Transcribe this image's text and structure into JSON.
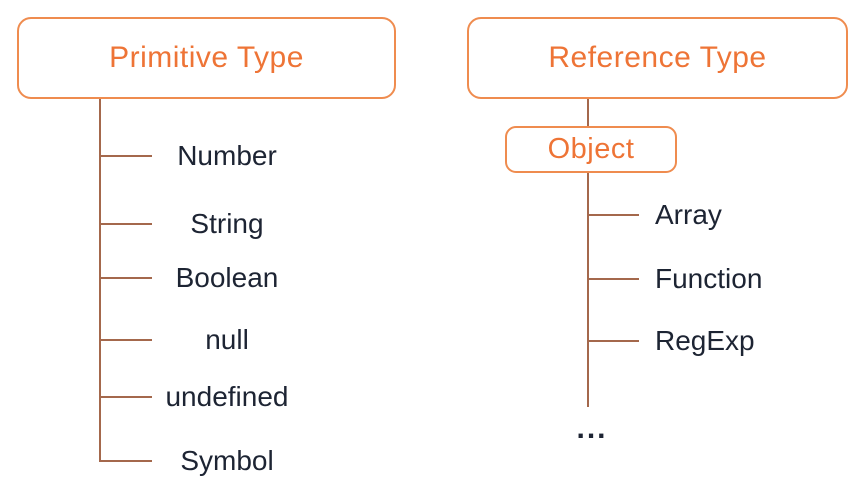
{
  "diagram": {
    "colors": {
      "box_border": "#EF8C4F",
      "title_text": "#EE7436",
      "connector_line": "#A4684C",
      "leaf_text": "#1D2433",
      "background": "#ffffff"
    },
    "primitive": {
      "title": "Primitive Type",
      "children": [
        "Number",
        "String",
        "Boolean",
        "null",
        "undefined",
        "Symbol"
      ]
    },
    "reference": {
      "title": "Reference Type",
      "subnode": "Object",
      "children": [
        "Array",
        "Function",
        "RegExp"
      ],
      "ellipsis": "..."
    }
  }
}
